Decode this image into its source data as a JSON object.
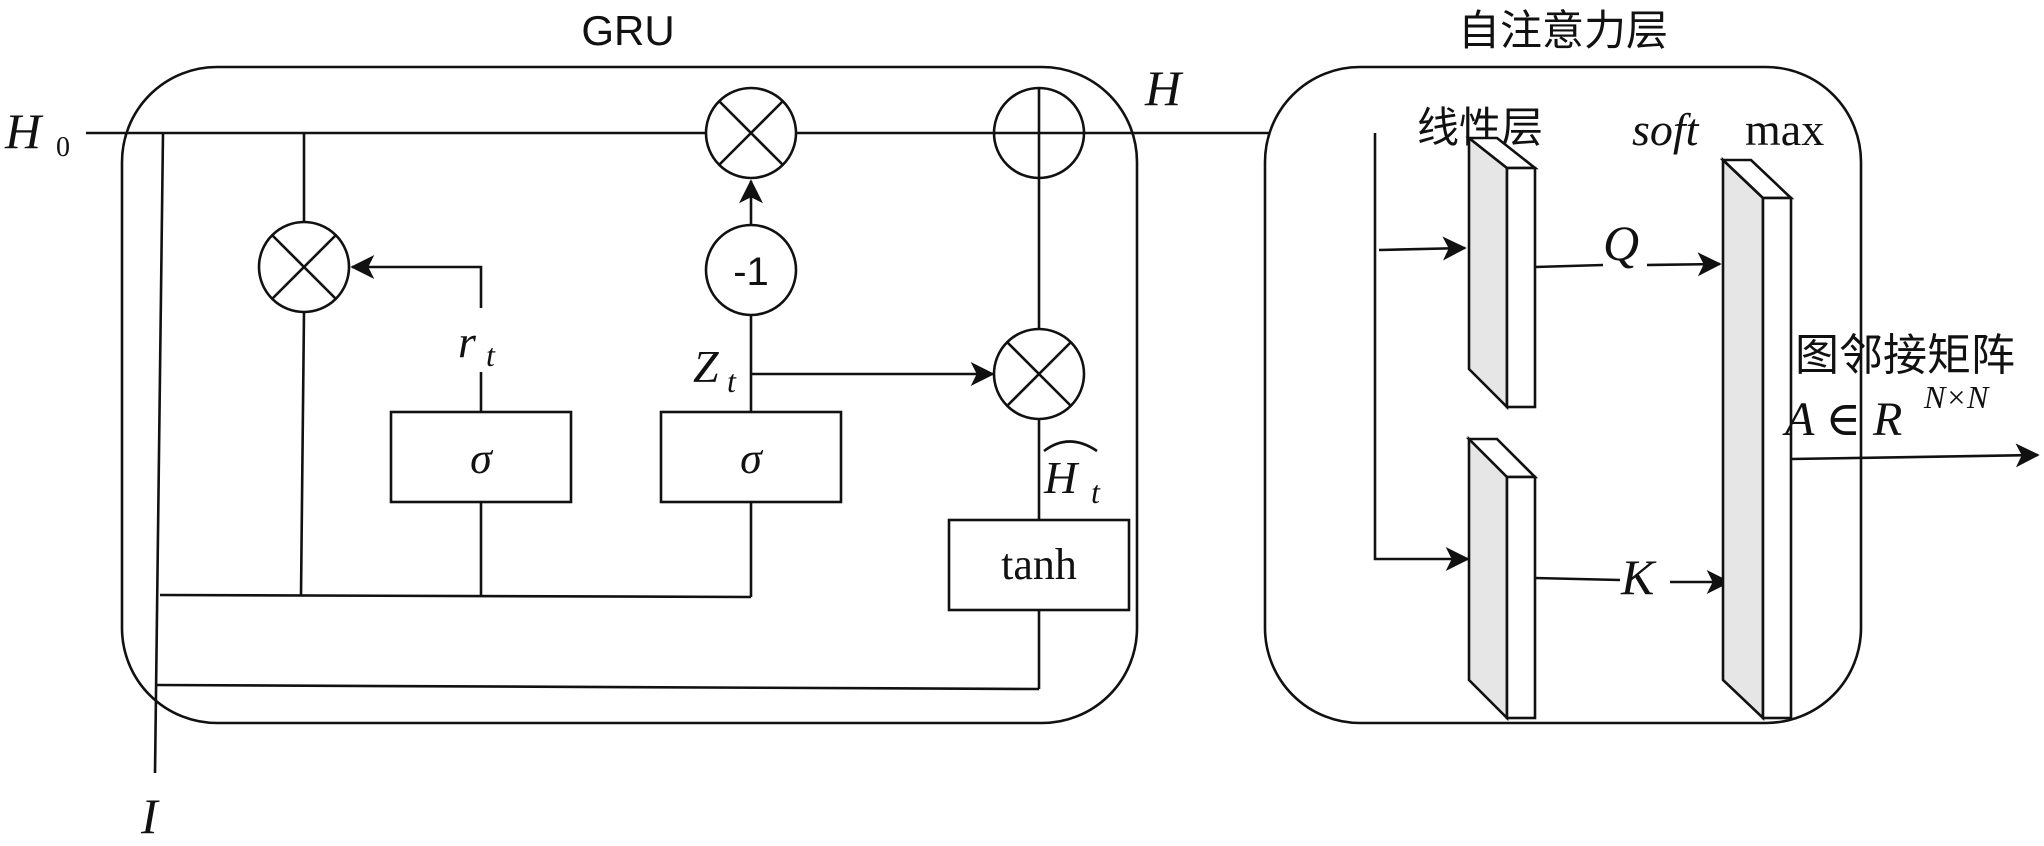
{
  "gru": {
    "title": "GRU",
    "input_h0": "H",
    "input_h0_sub": "0",
    "input_i": "I",
    "output_h": "H",
    "neg_one": "-1",
    "r_label": "r",
    "r_sub": "t",
    "z_label": "Z",
    "z_sub": "t",
    "sigma": "σ",
    "h_hat": "H",
    "h_hat_sub": "t",
    "tanh": "tanh"
  },
  "attention": {
    "title": "自注意力层",
    "linear_layer": "线性层",
    "softmax_italic": "soft",
    "softmax_rest": "max",
    "q_label": "Q",
    "k_label": "K",
    "adjacency_title": "图邻接矩阵",
    "adjacency_formula": "A ∈ R",
    "adjacency_sup": "N×N"
  }
}
